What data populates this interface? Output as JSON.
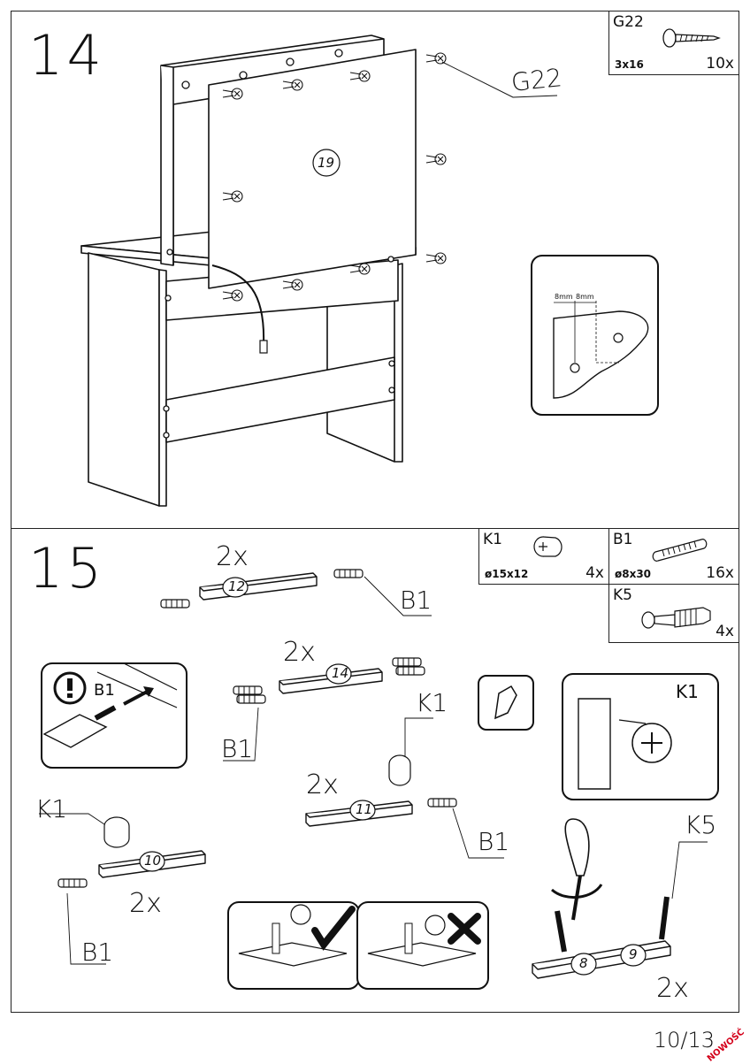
{
  "step14": {
    "number": "14",
    "part_box": {
      "code": "G22",
      "dim": "3x16",
      "qty": "10x"
    },
    "callout": "G22",
    "panel_label": "19",
    "detail": {
      "dim_left": "8mm",
      "dim_right": "8mm"
    }
  },
  "step15": {
    "number": "15",
    "parts": [
      {
        "code": "K1",
        "dim": "ø15x12",
        "qty": "4x"
      },
      {
        "code": "B1",
        "dim": "ø8x30",
        "qty": "16x"
      },
      {
        "code": "K5",
        "dim": "",
        "qty": "4x"
      }
    ],
    "sub12": {
      "mult": "2x",
      "label": "12",
      "callout": "B1"
    },
    "sub14": {
      "mult": "2x",
      "label": "14",
      "callout": "B1"
    },
    "sub11": {
      "mult": "2x",
      "label": "11",
      "callout_top": "K1",
      "callout": "B1"
    },
    "sub10": {
      "mult": "2x",
      "label": "10",
      "callout_top": "K1",
      "callout": "B1"
    },
    "sub89": {
      "mult": "2x",
      "label_a": "8",
      "label_b": "9",
      "callout": "K5"
    },
    "warning": {
      "label": "B1"
    },
    "cam_detail": {
      "label": "K1"
    }
  },
  "footer": {
    "page": "10/13",
    "badge": "NOWOŚĆ"
  }
}
